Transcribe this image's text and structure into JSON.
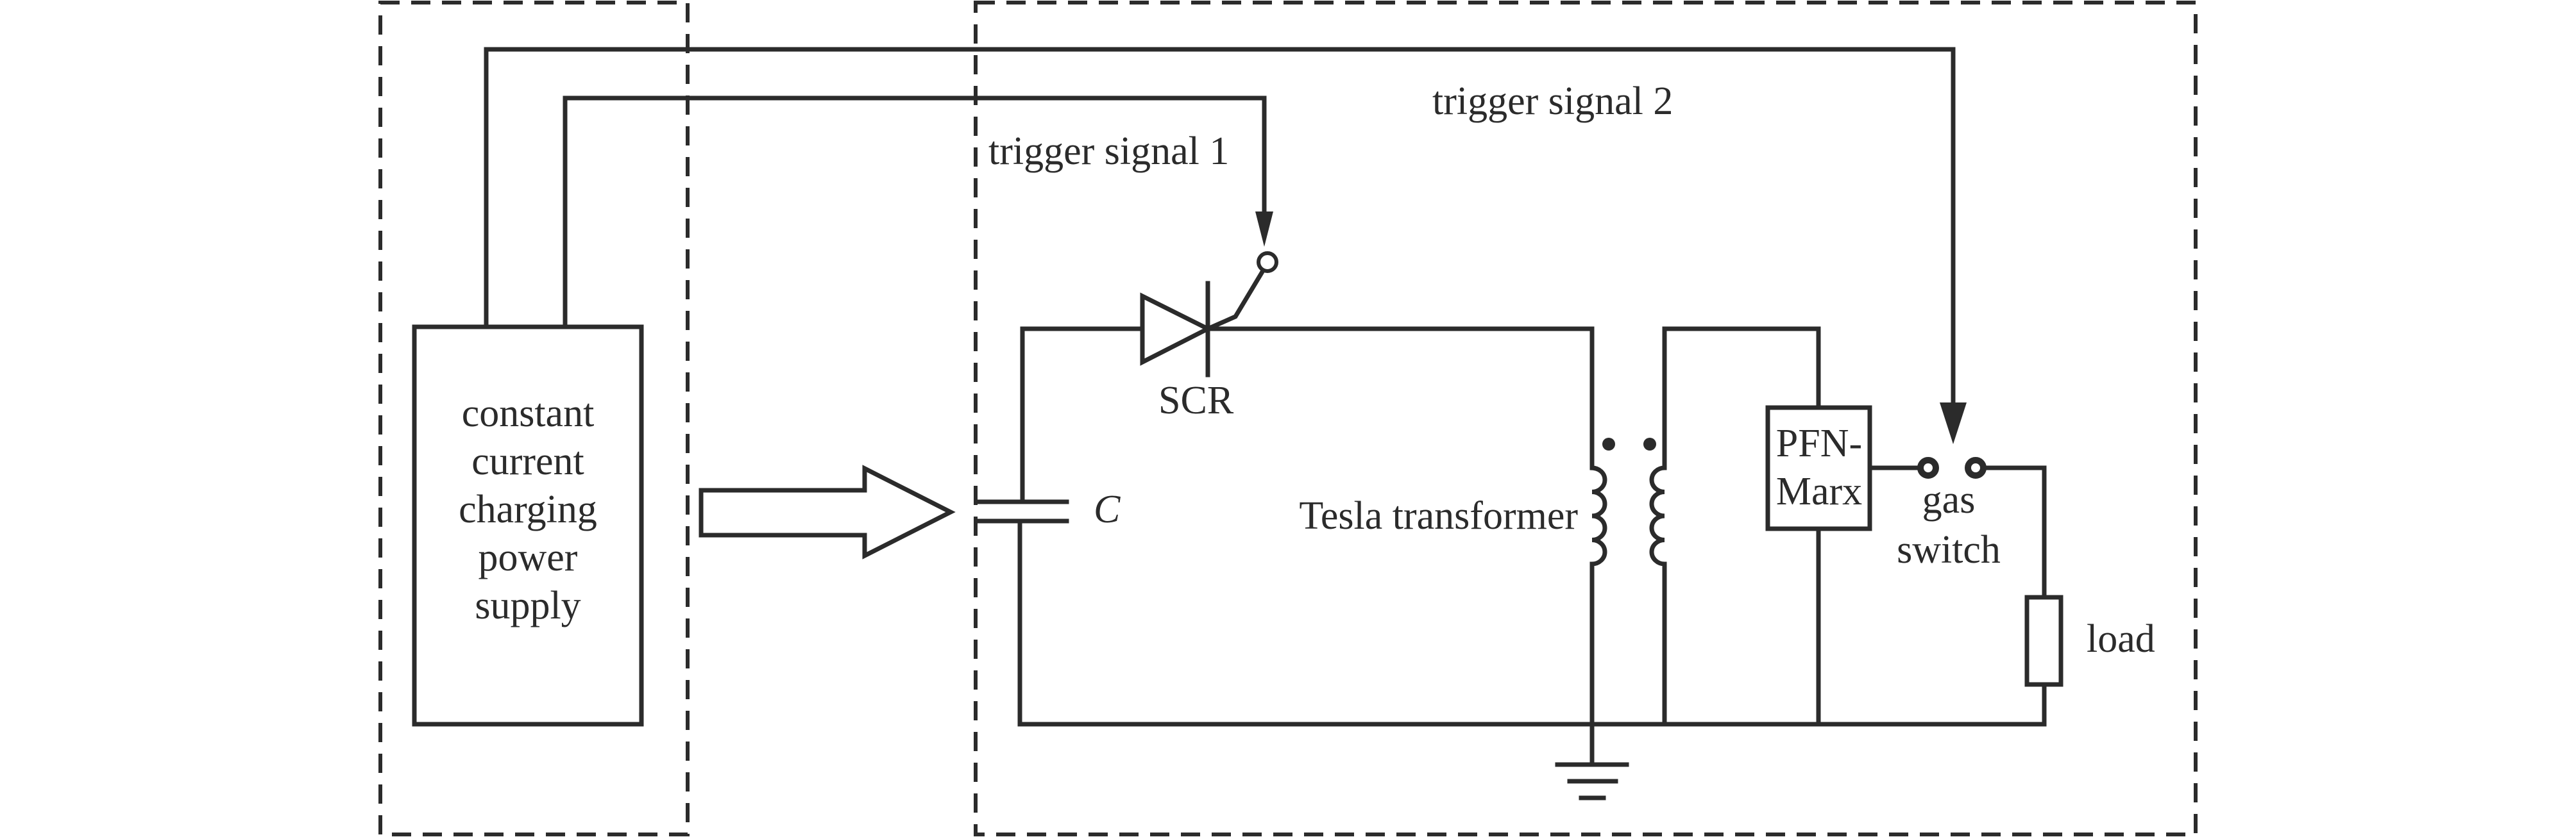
{
  "diagram": {
    "type": "circuit-schematic",
    "blocks": {
      "power_supply": {
        "lines": [
          "constant",
          "current",
          "charging",
          "power",
          "supply"
        ]
      },
      "pfn_marx": {
        "lines": [
          "PFN-",
          "Marx"
        ]
      }
    },
    "labels": {
      "trigger_signal_1": "trigger signal 1",
      "trigger_signal_2": "trigger signal 2",
      "scr": "SCR",
      "capacitor": "C",
      "tesla_transformer": "Tesla transformer",
      "gas_switch_line1": "gas",
      "gas_switch_line2": "switch",
      "load": "load"
    },
    "components": [
      {
        "id": "power_supply",
        "kind": "block",
        "label": "constant current charging power supply"
      },
      {
        "id": "charge_arrow",
        "kind": "hollow-arrow",
        "from": "power_supply",
        "to": "capacitor"
      },
      {
        "id": "capacitor",
        "kind": "capacitor",
        "label": "C"
      },
      {
        "id": "scr",
        "kind": "thyristor",
        "label": "SCR"
      },
      {
        "id": "tesla_transformer",
        "kind": "transformer",
        "label": "Tesla transformer",
        "dot_convention": true
      },
      {
        "id": "pfn_marx",
        "kind": "block",
        "label": "PFN-Marx"
      },
      {
        "id": "gas_switch",
        "kind": "spark-gap",
        "label": "gas switch"
      },
      {
        "id": "load",
        "kind": "resistor",
        "label": "load"
      },
      {
        "id": "ground",
        "kind": "ground"
      }
    ],
    "connections": [
      {
        "from": "power_supply",
        "to": "scr",
        "label": "trigger signal 1"
      },
      {
        "from": "power_supply",
        "to": "gas_switch",
        "label": "trigger signal 2"
      }
    ],
    "groups": [
      {
        "id": "charging-unit",
        "style": "dashed",
        "contains": [
          "power_supply"
        ]
      },
      {
        "id": "pulse-generator-unit",
        "style": "dashed",
        "contains": [
          "capacitor",
          "scr",
          "tesla_transformer",
          "pfn_marx",
          "gas_switch",
          "load",
          "ground"
        ]
      }
    ]
  }
}
